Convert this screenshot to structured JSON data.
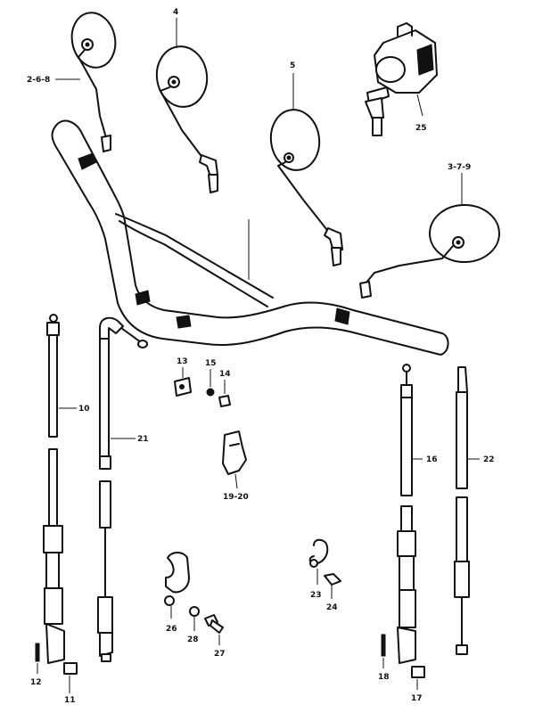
{
  "callouts": {
    "mirror_left_outer": "2-6-8",
    "mirror_left_inner": "4",
    "mirror_right_inner": "5",
    "mirror_right_outer": "3-7-9",
    "ignition_switch": "25",
    "cable_left_outer": "10",
    "cable_left_outer_end_clip": "11",
    "cable_left_outer_pin": "12",
    "clamp_small": "13",
    "bolt_small": "14",
    "washer_small": "15",
    "cable_right_inner": "16",
    "cable_right_inner_end_clip": "17",
    "cable_right_inner_pin": "18",
    "cable_guide_bracket": "19-20",
    "cable_left_inner": "21",
    "cable_right_outer": "22",
    "spring_clip": "23",
    "bolt_clip": "24",
    "holder_bracket": "26",
    "bolt_holder": "27",
    "washer_holder": "28"
  }
}
